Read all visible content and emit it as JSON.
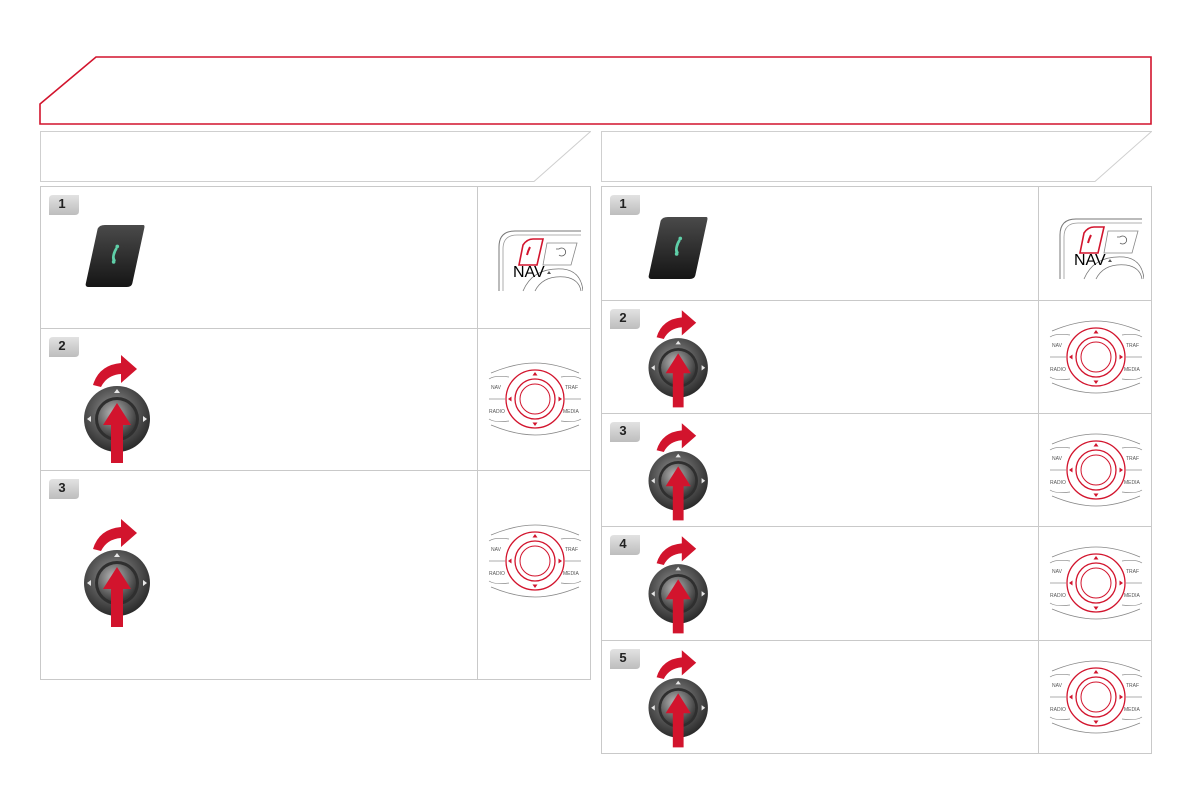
{
  "page": {
    "title": ""
  },
  "columns": [
    {
      "header": "",
      "steps": [
        {
          "number": "1",
          "icon": "phone-button-icon",
          "thumb": "phone-nav-panel"
        },
        {
          "number": "2",
          "icon": "rotary-knob-icon",
          "thumb": "rotary-controller"
        },
        {
          "number": "3",
          "icon": "rotary-knob-icon",
          "thumb": "rotary-controller"
        }
      ]
    },
    {
      "header": "",
      "steps": [
        {
          "number": "1",
          "icon": "phone-button-icon",
          "thumb": "phone-nav-panel"
        },
        {
          "number": "2",
          "icon": "rotary-knob-icon",
          "thumb": "rotary-controller"
        },
        {
          "number": "3",
          "icon": "rotary-knob-icon",
          "thumb": "rotary-controller"
        },
        {
          "number": "4",
          "icon": "rotary-knob-icon",
          "thumb": "rotary-controller"
        },
        {
          "number": "5",
          "icon": "rotary-knob-icon",
          "thumb": "rotary-controller"
        }
      ]
    }
  ],
  "controller_labels": {
    "nav": "NAV",
    "traffic": "TRAF",
    "radio": "RADIO",
    "media": "MEDIA"
  },
  "colors": {
    "accent": "#d2142d",
    "border": "#c9c9c9",
    "badge": "#cfcfcf"
  }
}
